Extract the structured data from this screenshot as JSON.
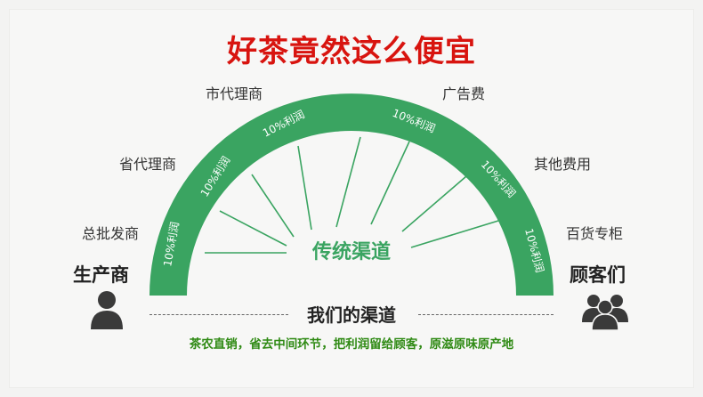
{
  "title": "好茶竟然这么便宜",
  "left_labels": {
    "city_agent": "市代理商",
    "province_agent": "省代理商",
    "wholesaler": "总批发商",
    "producer": "生产商"
  },
  "right_labels": {
    "advertising": "广告费",
    "other_costs": "其他费用",
    "department_store": "百货专柜",
    "customers": "顾客们"
  },
  "profit_label": "10%利润",
  "center_label": "传统渠道",
  "our_channel": "我们的渠道",
  "slogan": "茶农直销，省去中间环节，把利润留给顾客，原滋原味原产地",
  "colors": {
    "title": "#d8140f",
    "arch_green": "#3aa461",
    "center_text": "#3aa461",
    "slogan_green": "#2f8a14"
  },
  "icons": [
    "single-person-icon",
    "group-people-icon"
  ]
}
